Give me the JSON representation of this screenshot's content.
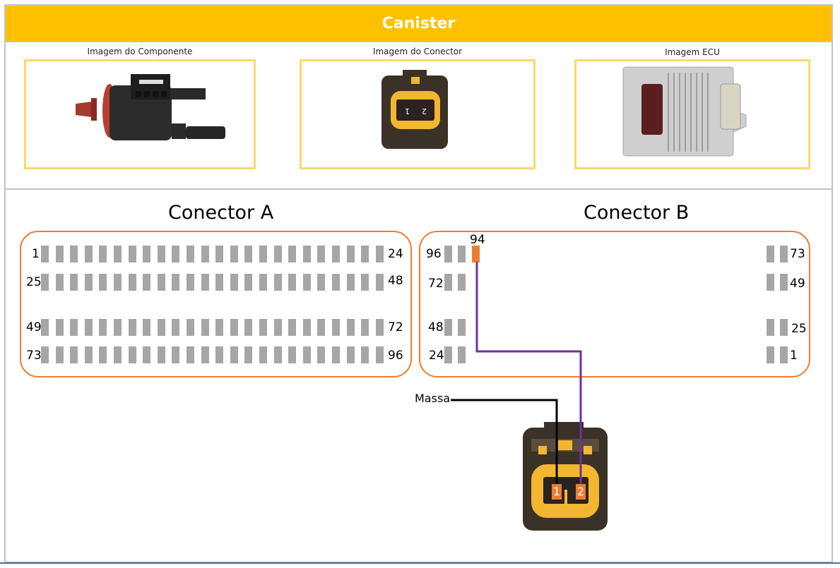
{
  "header": {
    "title": "Canister"
  },
  "images": {
    "component_caption": "Imagem do Componente",
    "connector_caption": "Imagem do Conector",
    "ecu_caption": "Imagem ECU"
  },
  "connector_a": {
    "title": "Conector A",
    "rows": [
      {
        "start": "1",
        "end": "24",
        "pins": 24
      },
      {
        "start": "25",
        "end": "48",
        "pins": 24
      },
      {
        "start": "49",
        "end": "72",
        "pins": 24
      },
      {
        "start": "73",
        "end": "96",
        "pins": 24
      }
    ]
  },
  "connector_b": {
    "title": "Conector B",
    "left_labels": [
      "96",
      "72",
      "48",
      "24"
    ],
    "right_labels": [
      "73",
      "49",
      "25",
      "1"
    ],
    "active_pin": "94",
    "active_color": "#ed7d31"
  },
  "wiring": {
    "ground_label": "Massa",
    "ground_wire_color": "#000000",
    "signal_wire_color": "#7030a0",
    "component_pins": [
      "1",
      "2"
    ]
  },
  "colors": {
    "header": "#ffc000",
    "connector_border": "#ed7d31",
    "pin": "#a6a6a6",
    "image_border": "#fcd86a"
  }
}
